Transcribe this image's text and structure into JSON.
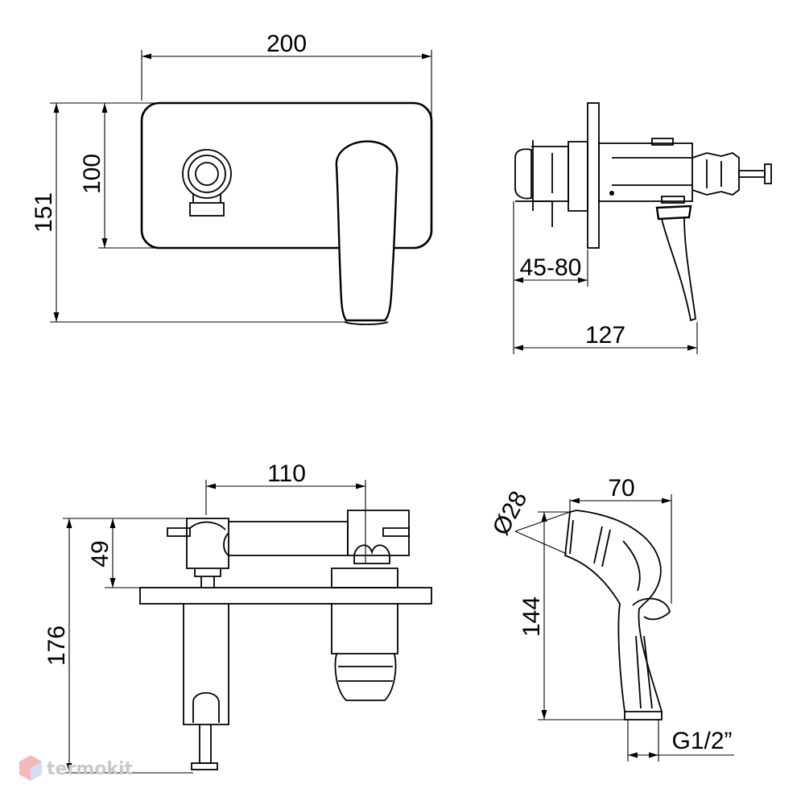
{
  "front_view": {
    "width": "200",
    "plate_height": "100",
    "total_height": "151"
  },
  "side_view": {
    "wall_range": "45-80",
    "depth": "127"
  },
  "top_view": {
    "spacing": "110",
    "upper_height": "49",
    "total_height": "176"
  },
  "handset": {
    "diameter": "Ø28",
    "width": "70",
    "height": "144",
    "thread": "G1/2”"
  },
  "watermark": {
    "text": "termokit"
  }
}
